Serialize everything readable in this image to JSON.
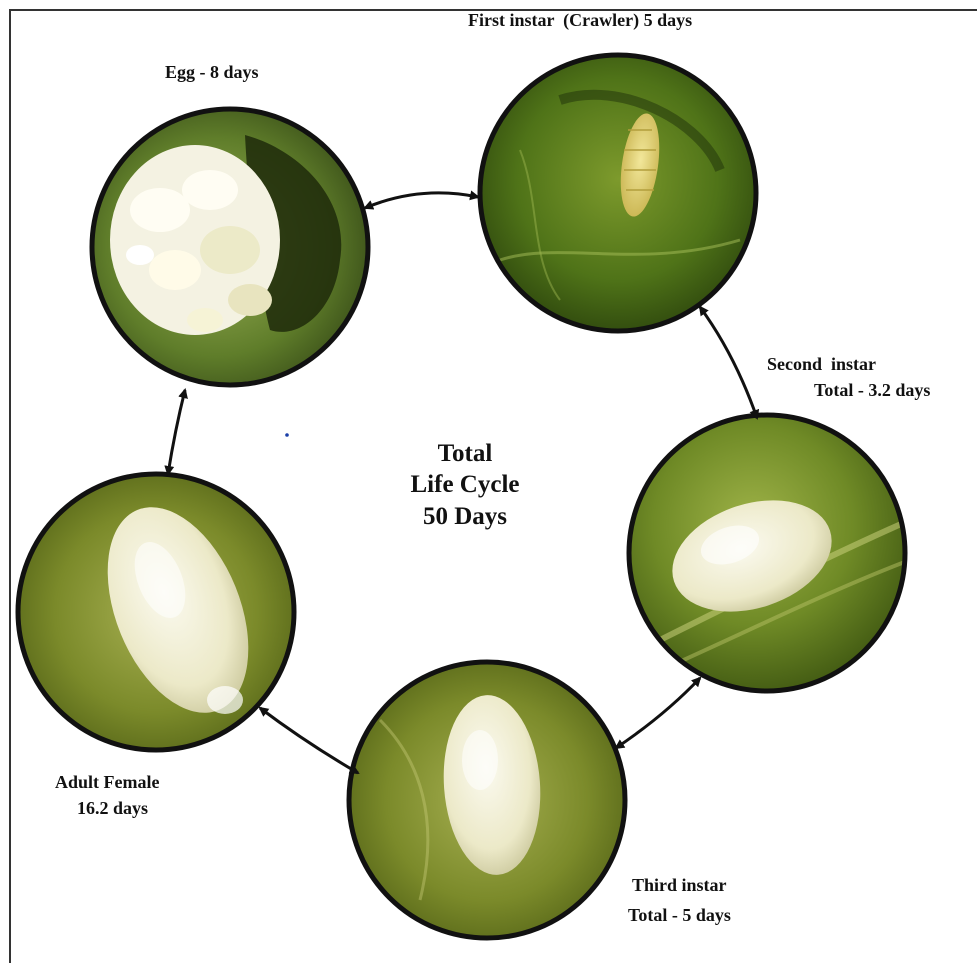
{
  "center": {
    "line1": "Total",
    "line2": "Life Cycle",
    "line3": "50 Days"
  },
  "stages": {
    "egg": {
      "line1": "Egg - 8 days"
    },
    "first_instar": {
      "line1": "First instar  (Crawler) 5 days"
    },
    "second_instar": {
      "line1": "Second  instar",
      "line2": "Total - 3.2 days"
    },
    "third_instar": {
      "line1": "Third instar",
      "line2": "Total - 5 days"
    },
    "adult_female": {
      "line1": "Adult Female",
      "line2": "16.2 days"
    }
  },
  "colors": {
    "leaf_dark": "#2f4a10",
    "leaf_mid": "#5a7a22",
    "leaf_light": "#8aa13a",
    "insect_white": "#f2f0d8",
    "ring": "#111111",
    "arrow": "#111111"
  }
}
